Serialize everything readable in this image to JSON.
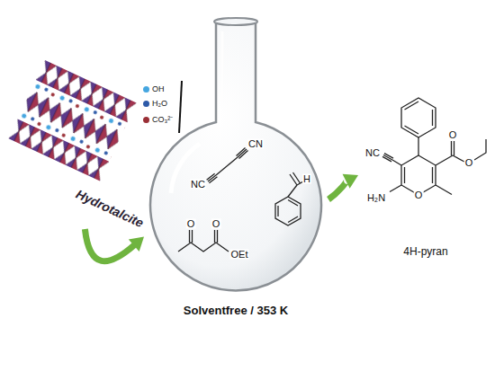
{
  "diagram": {
    "nodes": [
      {
        "text": [
          "Hydrotalcite"
        ]
      },
      {
        "text": [
          "Solventfree / 353 K"
        ]
      },
      {
        "text": [
          "4H-pyran"
        ]
      }
    ],
    "edges": [
      {
        "from": 0,
        "to": 1,
        "arrow": "to"
      },
      {
        "from": 1,
        "to": 2,
        "arrow": "to"
      }
    ],
    "labels": [
      "CN",
      "NC",
      "H",
      "O",
      "O",
      "OEt",
      "NC",
      "H₂N",
      "O",
      "O",
      "O"
    ],
    "legend": [
      {
        "text": "OH",
        "color": "#45a6e0"
      },
      {
        "text": "H₂O",
        "color": "#2d5aa8"
      },
      {
        "text": "CO₃²⁻",
        "color": "#9a2f36"
      }
    ]
  }
}
